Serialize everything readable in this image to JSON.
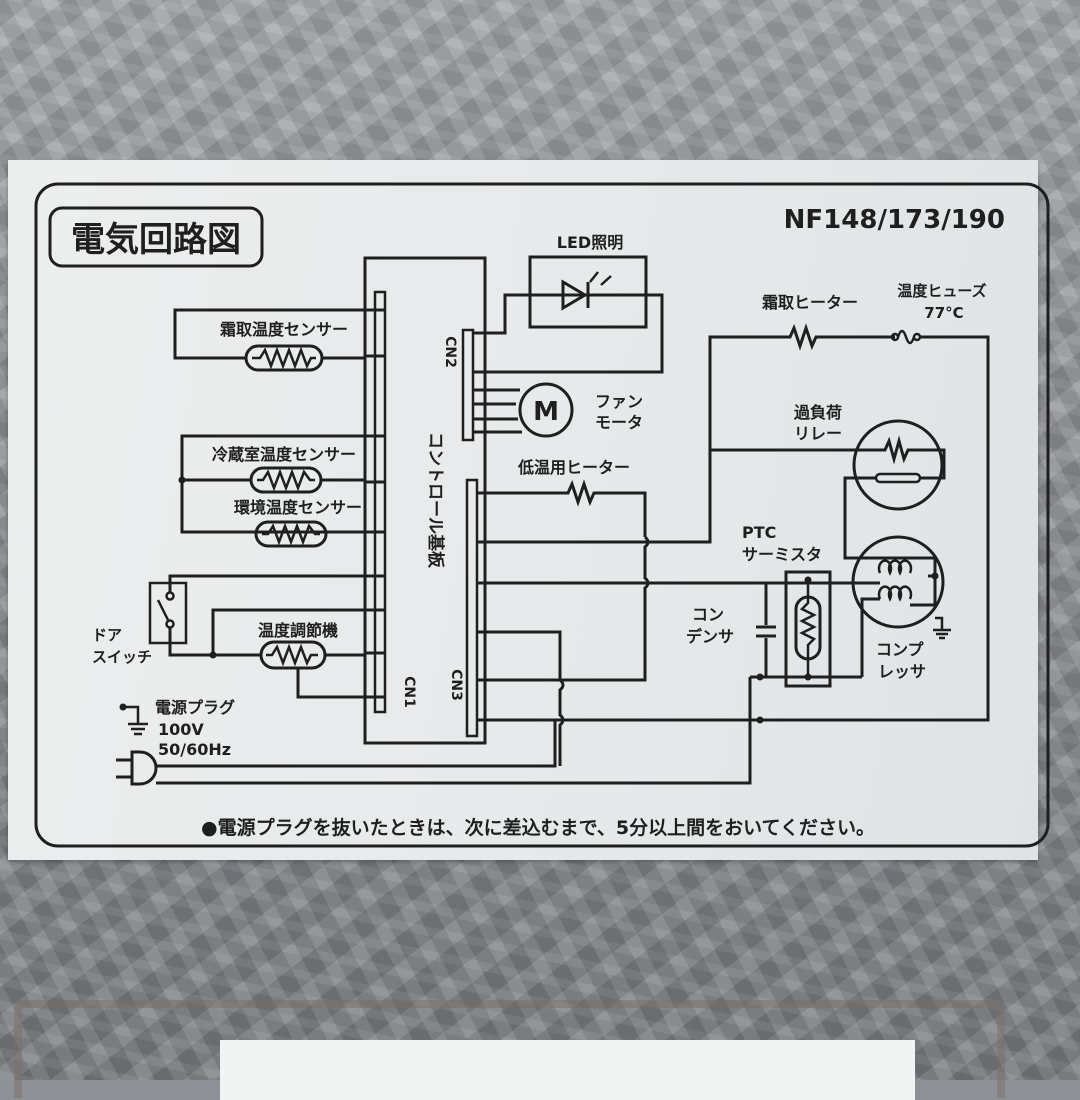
{
  "label": {
    "title": "電気回路図",
    "model": "NF148/173/190",
    "footer_note": "●電源プラグを抜いたときは、次に差込むまで、5分以上間をおいてください。"
  },
  "components": {
    "control_board": "コントロール基板",
    "cn1": "CN1",
    "cn2": "CN2",
    "cn3": "CN3",
    "led": "LED照明",
    "fan_motor_symbol": "M",
    "fan_motor_line1": "ファン",
    "fan_motor_line2": "モータ",
    "defrost_sensor": "霜取温度センサー",
    "fridge_sensor": "冷蔵室温度センサー",
    "ambient_sensor": "環境温度センサー",
    "thermostat": "温度調節機",
    "door_switch_line1": "ドア",
    "door_switch_line2": "スイッチ",
    "power_plug": "電源プラグ",
    "voltage": "100V",
    "frequency": "50/60Hz",
    "defrost_heater": "霜取ヒーター",
    "thermal_fuse": "温度ヒューズ",
    "thermal_fuse_rating": "77°C",
    "low_temp_heater": "低温用ヒーター",
    "overload_relay_line1": "過負荷",
    "overload_relay_line2": "リレー",
    "ptc_line1": "PTC",
    "ptc_line2": "サーミスタ",
    "capacitor_line1": "コン",
    "capacitor_line2": "デンサ",
    "compressor_line1": "コンプ",
    "compressor_line2": "レッサ"
  },
  "colors": {
    "ink": "#1f1f1f",
    "sticker": "#e8eaeb",
    "metal": "#8d9094"
  }
}
